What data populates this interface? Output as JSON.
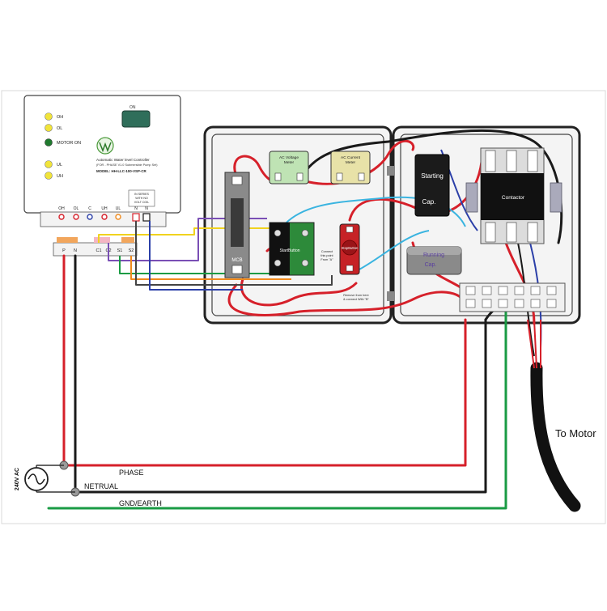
{
  "controller": {
    "indicators": [
      {
        "label": "OH",
        "color": "#f1e43a"
      },
      {
        "label": "OL",
        "color": "#f1e43a"
      },
      {
        "label": "MOTOR ON",
        "color": "#1f7a2e"
      },
      {
        "label": "UL",
        "color": "#f1e43a"
      },
      {
        "label": "UH",
        "color": "#f1e43a"
      }
    ],
    "title": "Automatic Water level Controller",
    "subtitle": "(FOR - PHASE V1.0 Submersible Pump Set)",
    "model": "MODEL: HH-LLC-100-VSP-CR",
    "series_note": [
      "IN SERIES",
      "WITH NO",
      "VOLT COIL"
    ],
    "top_terminals": [
      "OH",
      "OL",
      "C",
      "UH",
      "UL",
      "N",
      "N"
    ],
    "bottom_terminals": [
      "P",
      "N",
      "C1",
      "C2",
      "S1",
      "S2"
    ]
  },
  "left_box": {
    "ac_voltage_meter": [
      "AC Voltage",
      "Meter"
    ],
    "ac_current_meter": [
      "AC Current",
      "Meter"
    ],
    "mcb": "MCB",
    "start_button": "StartButton",
    "stop_button": "StopButton",
    "note_connect": [
      "Connect",
      "this point",
      "From \"A\""
    ],
    "note_remove": [
      "Remove from here",
      "& connect With \"B\""
    ]
  },
  "right_box": {
    "starting_cap": [
      "Starting",
      "Cap."
    ],
    "contactor": "Contactor",
    "running_cap": [
      "Running",
      "Cap."
    ]
  },
  "supply": {
    "voltage": "240V AC",
    "phase": "PHASE",
    "neutral": "NETRUAL",
    "earth": "GND/EARTH"
  },
  "motor_label": "To Motor",
  "colors": {
    "phase": "#d6202a",
    "neutral": "#1a1a1a",
    "earth": "#1a9b44",
    "blue": "#2b3fa8",
    "yellow": "#f0d21e",
    "orange": "#f08a1c",
    "purple": "#7a4fb5",
    "cyan": "#3ab4e0"
  }
}
